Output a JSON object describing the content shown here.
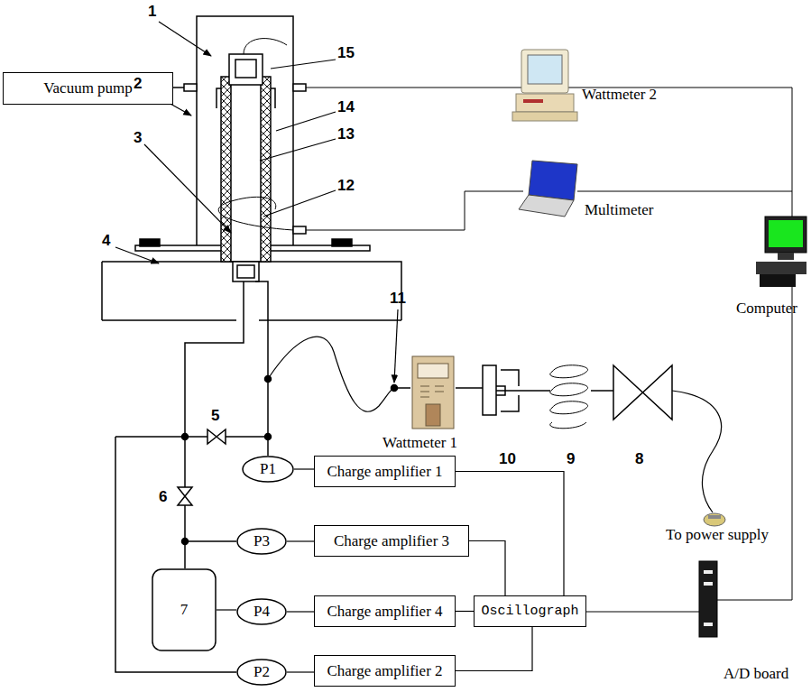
{
  "diagram": {
    "nodes": [
      {
        "text": [
          "Vacuum pump"
        ]
      },
      {
        "text": [
          "P1"
        ]
      },
      {
        "text": [
          "Charge amplifier 1"
        ]
      },
      {
        "text": [
          "P3"
        ]
      },
      {
        "text": [
          "Charge amplifier 3"
        ]
      },
      {
        "text": [
          "7"
        ]
      },
      {
        "text": [
          "P4"
        ]
      },
      {
        "text": [
          "Charge amplifier 4"
        ]
      },
      {
        "text": [
          "Oscillograph"
        ]
      },
      {
        "text": [
          "P2"
        ]
      },
      {
        "text": [
          "Charge amplifier 2"
        ]
      }
    ],
    "edges": [
      {
        "from": 1,
        "to": 2,
        "arrow": "none"
      },
      {
        "from": 3,
        "to": 4,
        "arrow": "none"
      },
      {
        "from": 6,
        "to": 7,
        "arrow": "none"
      },
      {
        "from": 9,
        "to": 10,
        "arrow": "none"
      },
      {
        "from": 2,
        "to": 8,
        "arrow": "none"
      },
      {
        "from": 4,
        "to": 8,
        "arrow": "none"
      },
      {
        "from": 7,
        "to": 8,
        "arrow": "none"
      },
      {
        "from": 10,
        "to": 8,
        "arrow": "none"
      },
      {
        "from": 5,
        "to": 6,
        "arrow": "none"
      }
    ],
    "labels": [
      "1",
      "15",
      "2",
      "14",
      "13",
      "3",
      "12",
      "4",
      "11",
      "5",
      "6",
      "8",
      "9",
      "10",
      "Wattmeter 2",
      "Multimeter",
      "Computer",
      "Wattmeter 1",
      "To power supply",
      "A/D board"
    ]
  }
}
